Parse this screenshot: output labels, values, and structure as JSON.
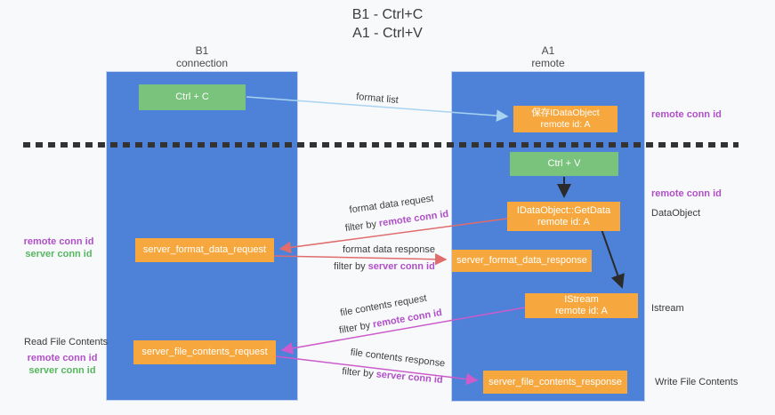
{
  "title": {
    "line1": "B1 - Ctrl+C",
    "line2": "A1 - Ctrl+V"
  },
  "lanes": {
    "left": {
      "name": "B1",
      "role": "connection"
    },
    "right": {
      "name": "A1",
      "role": "remote"
    }
  },
  "nodes": {
    "ctrl_c": "Ctrl + C",
    "ctrl_v": "Ctrl + V",
    "save_dataobject": {
      "line1": "保存IDataObject",
      "line2": "remote id: A"
    },
    "getdata": {
      "line1": "IDataObject::GetData",
      "line2": "remote id: A"
    },
    "format_request": "server_format_data_request",
    "format_response": "server_format_data_response",
    "istream": {
      "line1": "IStream",
      "line2": "remote id: A"
    },
    "file_request": "server_file_contents_request",
    "file_response": "server_file_contents_response"
  },
  "edge_labels": {
    "format_list": "format list",
    "format_data_request": "format data request",
    "format_data_response": "format data response",
    "file_contents_request": "file contents request",
    "file_contents_response": "file contents response",
    "filter_by": "filter by",
    "remote_conn_id": "remote conn id",
    "server_conn_id": "server conn id"
  },
  "annotations": {
    "remote_conn_id": "remote conn id",
    "server_conn_id": "server conn id",
    "dataobject": "DataObject",
    "istream": "Istream",
    "read_file_contents": "Read File Contents",
    "write_file_contents": "Write File Contents"
  },
  "colors": {
    "lane_blue": "#4d82d8",
    "node_green": "#79c37d",
    "node_orange": "#f6a83f",
    "purple_label": "#b04fc8",
    "green_label": "#56b75f",
    "arrow_light_blue": "#a9d4f1",
    "arrow_red": "#e06c6c",
    "arrow_magenta": "#cd5bcb",
    "arrow_black": "#2b2b2b"
  }
}
